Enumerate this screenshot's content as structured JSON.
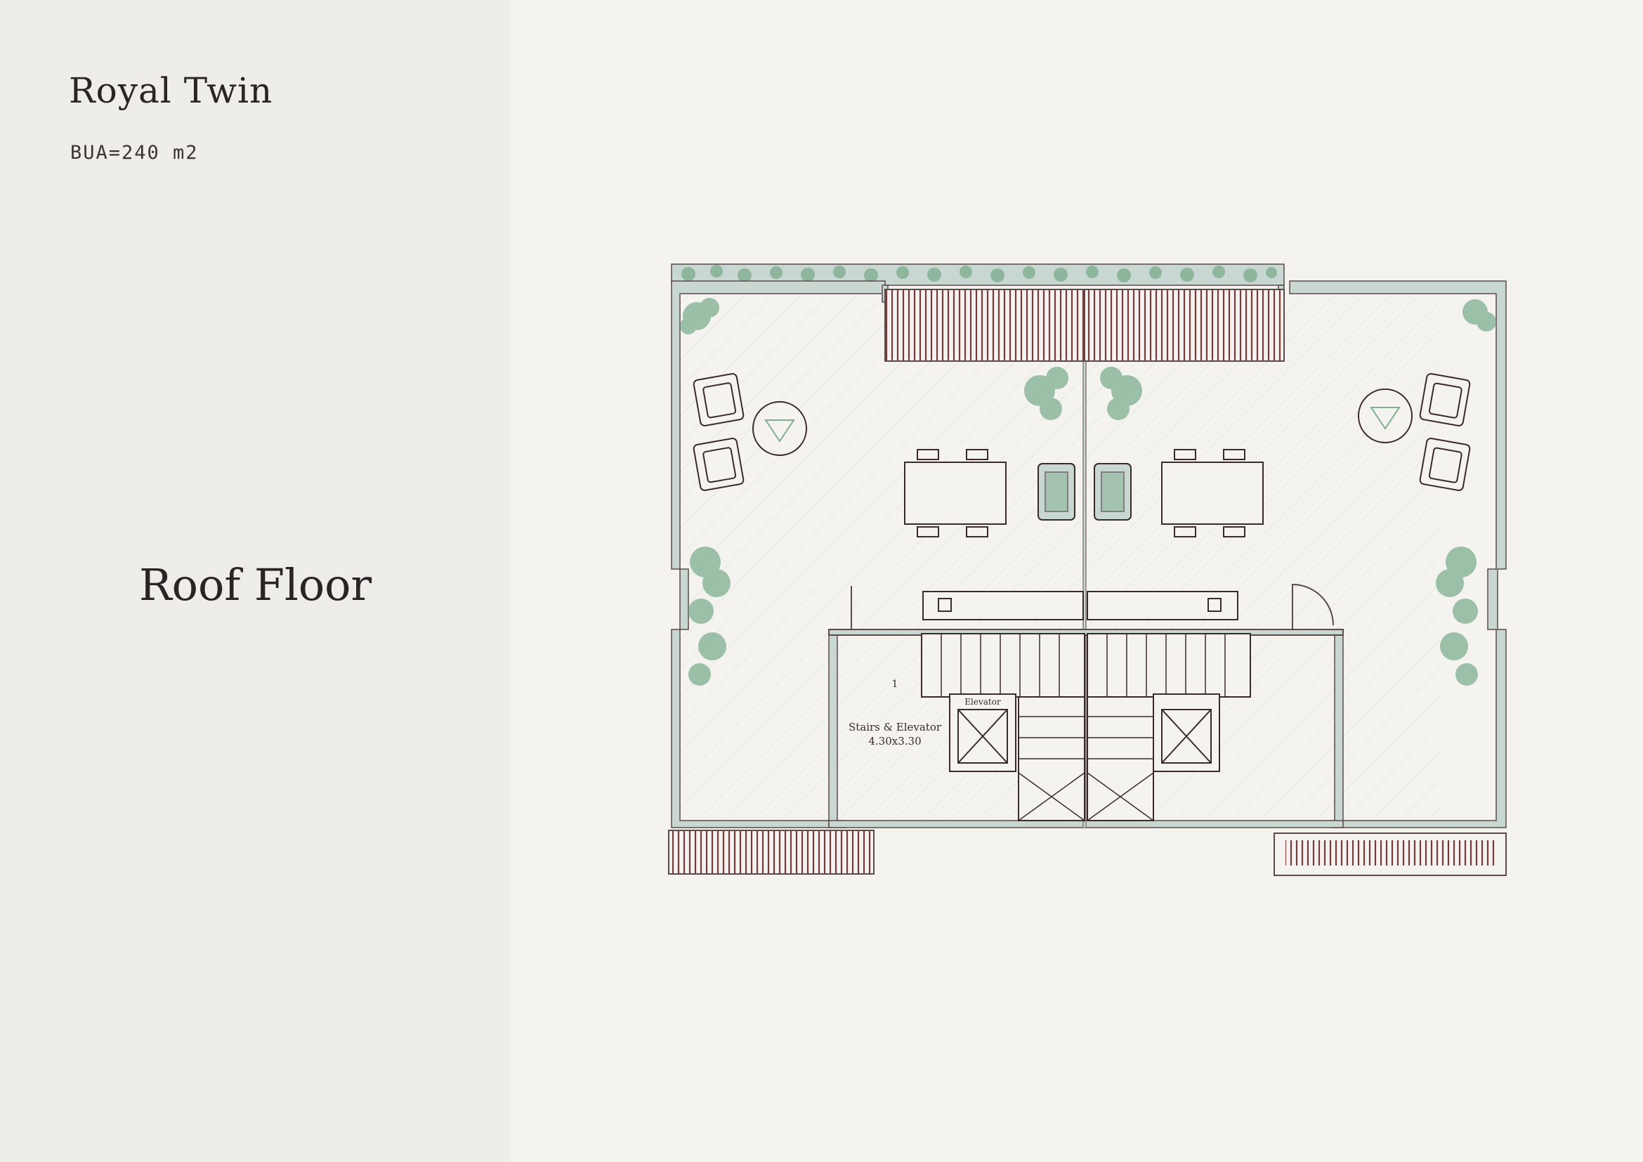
{
  "header": {
    "title": "Royal Twin",
    "bua": "BUA=240 m2"
  },
  "floor_name": "Roof Floor",
  "plan": {
    "elevator_label": "Elevator",
    "room": {
      "number": "1",
      "name": "Stairs & Elevator",
      "size": "4.30x3.30"
    }
  },
  "colors": {
    "wall": "#c9d7d3",
    "wall_outline": "#5c4a4a",
    "pergola": "#7a3a3a",
    "plant": "#7fae8f",
    "text": "#2a2424"
  }
}
